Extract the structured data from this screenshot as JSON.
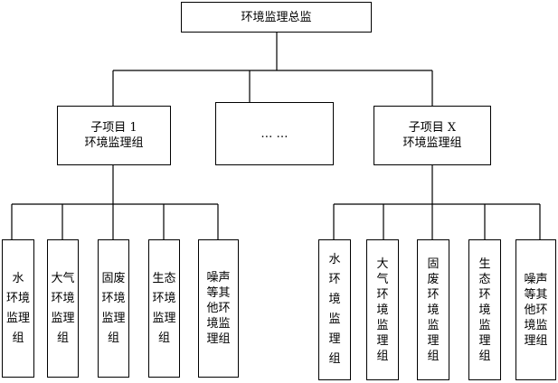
{
  "root": {
    "label": "环境监理总监"
  },
  "level2": [
    {
      "id": "sub1",
      "lines": [
        "子项目 1",
        "环境监理组"
      ]
    },
    {
      "id": "ellipsis",
      "lines": [
        "…  …"
      ]
    },
    {
      "id": "subX",
      "lines": [
        "子项目 X",
        "环境监理组"
      ]
    }
  ],
  "left_groups": [
    {
      "cols": [
        "水",
        "环",
        "境",
        "监",
        "理",
        "组"
      ],
      "rows": [
        "水",
        "环境",
        "监理",
        "组"
      ]
    },
    {
      "cols": [
        "大气",
        "环境",
        "监理",
        "组"
      ]
    },
    {
      "cols": [
        "固废",
        "环境",
        "监理",
        "组"
      ]
    },
    {
      "cols": [
        "生态",
        "环境",
        "监理",
        "组"
      ]
    },
    {
      "cols": [
        "噪声",
        "等其",
        "他环",
        "境监",
        "理组"
      ]
    }
  ],
  "right_groups": [
    {
      "cols": [
        "水",
        "环",
        "境",
        "监",
        "理",
        "组"
      ]
    },
    {
      "cols": [
        "大",
        "气",
        "环",
        "境",
        "监",
        "理",
        "组"
      ]
    },
    {
      "cols": [
        "固",
        "废",
        "环",
        "境",
        "监",
        "理",
        "组"
      ]
    },
    {
      "cols": [
        "生",
        "态",
        "环",
        "境",
        "监",
        "理",
        "组"
      ]
    },
    {
      "cols": [
        "噪声",
        "等其",
        "他环",
        "境监",
        "理组"
      ]
    }
  ]
}
